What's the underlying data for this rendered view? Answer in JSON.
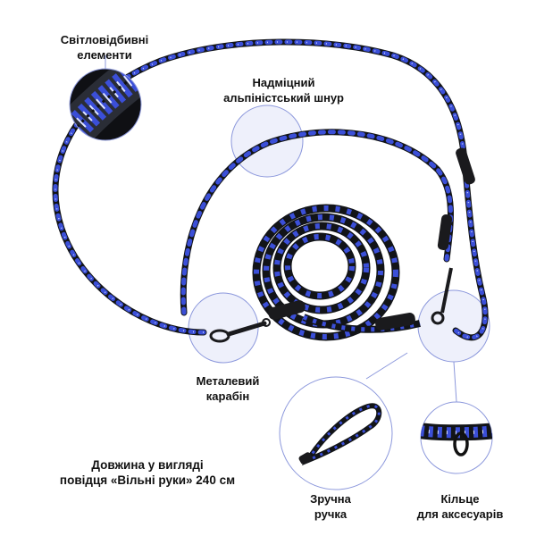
{
  "labels": {
    "reflective": [
      "Світловідбивні",
      "елементи"
    ],
    "rope": [
      "Надміцний",
      "альпіністський шнур"
    ],
    "carabiner": [
      "Металевий",
      "карабін"
    ],
    "length": [
      "Довжина у вигляді",
      "повідця «Вільні руки» 240 см"
    ],
    "handle": [
      "Зручна",
      "ручка"
    ],
    "ring": [
      "Кільце",
      "для аксесуарів"
    ]
  },
  "colors": {
    "rope_base": "#121418",
    "rope_accent": "#3b4fd8",
    "callout_fill": "#eef0fb",
    "callout_stroke": "#8c98dc"
  }
}
